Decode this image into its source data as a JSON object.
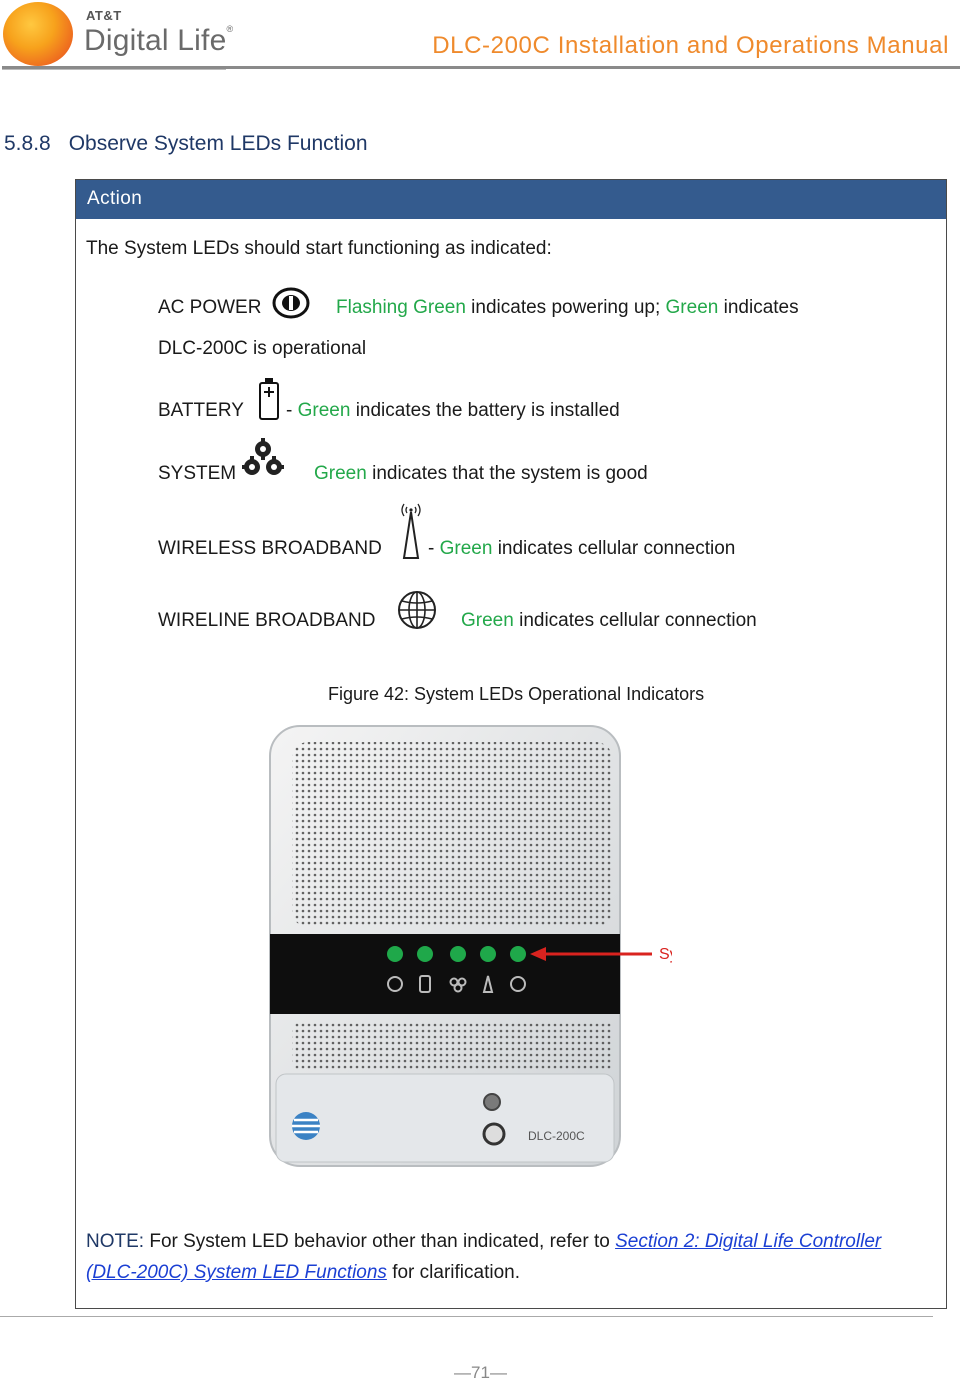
{
  "header": {
    "logo_top": "AT&T",
    "logo_main": "Digital Life",
    "logo_mark": "®",
    "doc_title": "DLC-200C Installation and Operations Manual"
  },
  "section": {
    "number": "5.8.8",
    "title": "Observe System LEDs Function"
  },
  "table": {
    "header": "Action",
    "intro": "The System LEDs should start functioning as indicated:",
    "leds": [
      {
        "label": "AC POWER",
        "icon": "power-icon",
        "sep": "",
        "status1": "Flashing Green",
        "text1": " indicates powering up; ",
        "status2": "Green",
        "text2": " indicates",
        "line2": "DLC-200C is operational"
      },
      {
        "label": "BATTERY",
        "icon": "battery-icon",
        "sep": "-",
        "status1": "Green",
        "text1": " indicates the battery is installed"
      },
      {
        "label": "SYSTEM",
        "icon": "gears-icon",
        "sep": "",
        "status1": "Green",
        "text1": " indicates that the system is good"
      },
      {
        "label": "WIRELESS BROADBAND",
        "icon": "cell-tower-icon",
        "sep": "-",
        "status1": "Green",
        "text1": " indicates cellular connection"
      },
      {
        "label": "WIRELINE BROADBAND",
        "icon": "globe-icon",
        "sep": "",
        "status1": "Green",
        "text1": " indicates cellular connection"
      }
    ],
    "figure_caption": "Figure 42: System LEDs Operational Indicators",
    "photo": {
      "callout": "System LEDs",
      "device_label": "DLC-200C",
      "led_color": "#1fa84a",
      "callout_color": "#d9231f"
    },
    "note": {
      "label": "NOTE:",
      "text1": " For System LED behavior other than indicated, refer to ",
      "link": "Section 2: Digital Life Controller (DLC-200C) System LED Functions",
      "text2": " for clarification."
    }
  },
  "footer": {
    "page": "—71—"
  }
}
